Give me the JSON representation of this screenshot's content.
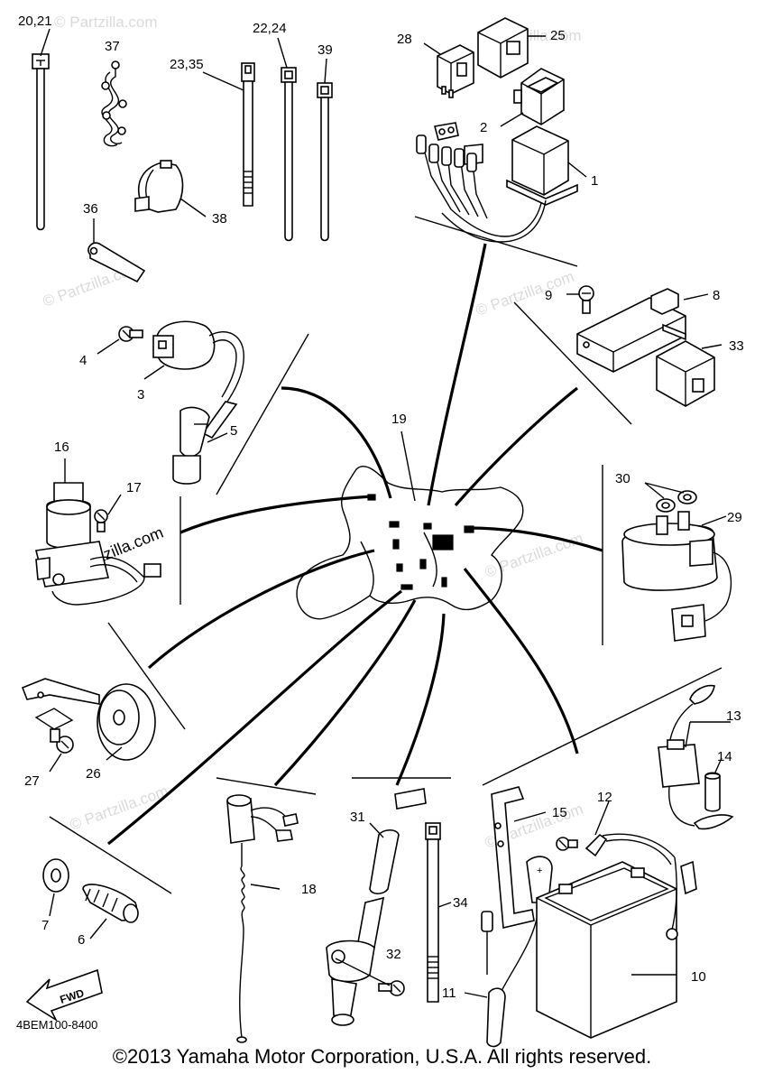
{
  "diagram": {
    "watermark": "© Partzilla.com",
    "drawing_code": "4BEM100-8400",
    "fwd_label": "FWD",
    "copyright": "©2013 Yamaha Motor Corporation, U.S.A. All rights reserved.",
    "callouts": {
      "p1": "1",
      "p2": "2",
      "p3": "3",
      "p4": "4",
      "p5": "5",
      "p6": "6",
      "p7": "7",
      "p8": "8",
      "p9": "9",
      "p10": "10",
      "p11": "11",
      "p12": "12",
      "p13": "13",
      "p14": "14",
      "p15": "15",
      "p16": "16",
      "p17": "17",
      "p18": "18",
      "p19": "19",
      "p20_21": "20,21",
      "p22_24": "22,24",
      "p23_35": "23,35",
      "p25": "25",
      "p26": "26",
      "p27": "27",
      "p28": "28",
      "p29": "29",
      "p30": "30",
      "p31": "31",
      "p32": "32",
      "p33": "33",
      "p34": "34",
      "p36": "36",
      "p37": "37",
      "p38": "38",
      "p39": "39"
    }
  }
}
